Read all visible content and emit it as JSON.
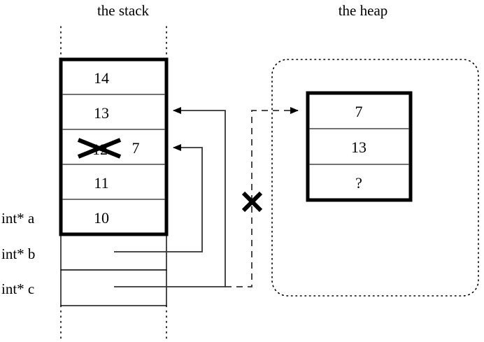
{
  "titles": {
    "stack": "the stack",
    "heap": "the heap"
  },
  "stack": {
    "frame_cells": [
      {
        "value": "14",
        "struck": ""
      },
      {
        "value": "13",
        "struck": ""
      },
      {
        "value": "7",
        "struck": "12"
      },
      {
        "value": "11",
        "struck": ""
      },
      {
        "value": "10",
        "struck": ""
      }
    ],
    "variables": [
      {
        "label": "int* a"
      },
      {
        "label": "int* b"
      },
      {
        "label": "int* c"
      }
    ]
  },
  "heap": {
    "cells": [
      {
        "value": "7"
      },
      {
        "value": "13"
      },
      {
        "value": "?"
      }
    ]
  },
  "annotations": {
    "invalid_pointer_mark": "×",
    "struck_value_mark": "×"
  },
  "colors": {
    "ink": "#000000",
    "divider": "#444444",
    "pointer": "#333333",
    "background": "#ffffff"
  }
}
